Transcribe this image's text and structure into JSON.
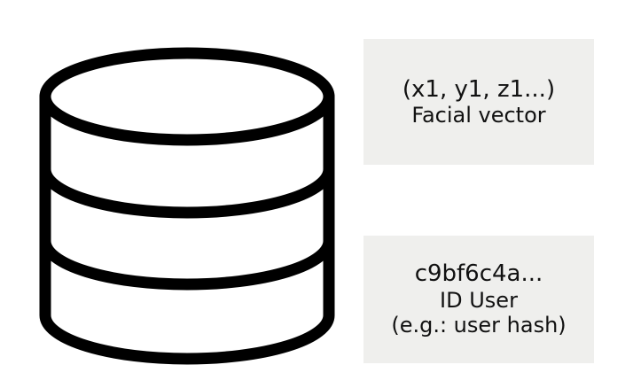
{
  "database": {
    "icon": "database-icon",
    "stroke_color": "#000000"
  },
  "facial_vector_card": {
    "value": "(x1, y1, z1...)",
    "label": "Facial vector",
    "background": "#efefed"
  },
  "user_id_card": {
    "value": "c9bf6c4a...",
    "label": "ID User",
    "note": "(e.g.: user hash)",
    "background": "#efefed"
  }
}
